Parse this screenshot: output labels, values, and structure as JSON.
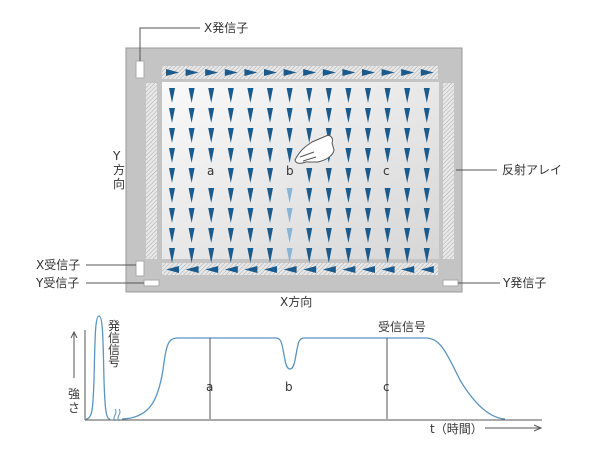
{
  "labels": {
    "x_transmitter": "X発信子",
    "y_direction": [
      "Y",
      "方",
      "向"
    ],
    "reflect_array": "反射アレイ",
    "x_receiver": "X受信子",
    "y_receiver": "Y受信子",
    "y_transmitter": "Y発信子",
    "x_direction": "X方向",
    "point_a": "a",
    "point_b": "b",
    "point_c": "c"
  },
  "graph": {
    "strength": [
      "強",
      "さ"
    ],
    "sent_signal": [
      "発",
      "信",
      "信",
      "号"
    ],
    "received_signal": "受信信号",
    "time": "t（時間）",
    "mark_a": "a",
    "mark_b": "b",
    "mark_c": "c"
  },
  "colors": {
    "arrow": "#1a5a8c",
    "arrow_faded": "#8ab4d4",
    "panel": "#c4c4c4",
    "signal": "#5b94bf"
  }
}
